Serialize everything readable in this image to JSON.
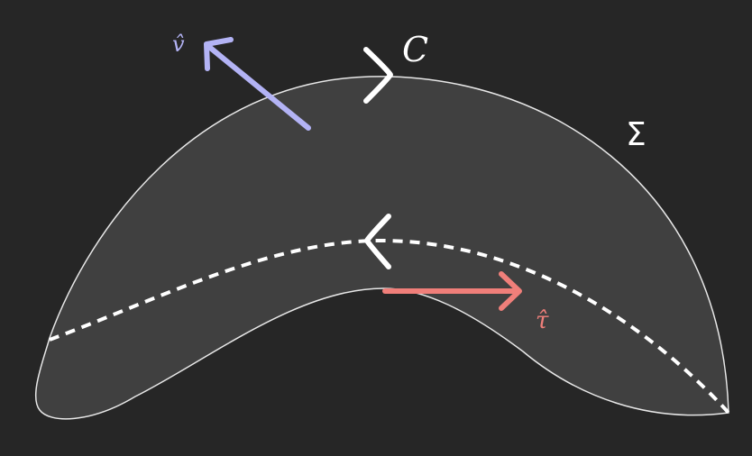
{
  "labels": {
    "curve": "C",
    "surface": "Σ",
    "normal": "v̂",
    "tangent": "τ̂"
  },
  "colors": {
    "background": "#262626",
    "surface_fill": "#404040",
    "surface_outline": "#e8e8e8",
    "curve_arrows": "#ffffff",
    "dashed_curve": "#ffffff",
    "normal_vector": "#b3b3f5",
    "tangent_vector": "#f07f7a"
  },
  "icons": {
    "boundary_direction": "chevron-right-icon",
    "dashed_direction": "chevron-left-icon"
  }
}
